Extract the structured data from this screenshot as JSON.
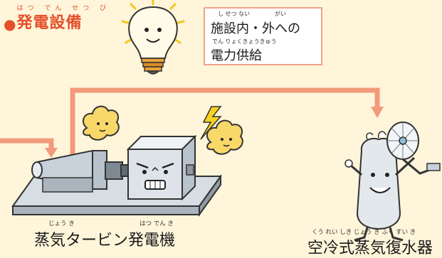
{
  "section": {
    "bullet": "●",
    "title": "発電設備",
    "title_ruby": "はつ でん せつ び"
  },
  "info_box": {
    "line1": "施設内・外への",
    "line1_ruby_a": "し せつ ない",
    "line1_ruby_b": "がい",
    "line2": "電力供給",
    "line2_ruby": "でん りょくきょうきゅう"
  },
  "turbine": {
    "label": "蒸気タービン発電機",
    "ruby_a": "じょう き",
    "ruby_b": "はつ でん き"
  },
  "condenser": {
    "label": "空冷式蒸気復水器",
    "ruby": "くう れい しき じょう き  ふく すい き"
  },
  "colors": {
    "background": "#FEF5DA",
    "accent": "#E5502A",
    "arrow": "#F29A7A",
    "box_border": "#F2A189"
  },
  "icons": [
    "light-bulb-icon",
    "lightning-bolt-icon",
    "steam-cloud-icon",
    "fan-icon"
  ]
}
